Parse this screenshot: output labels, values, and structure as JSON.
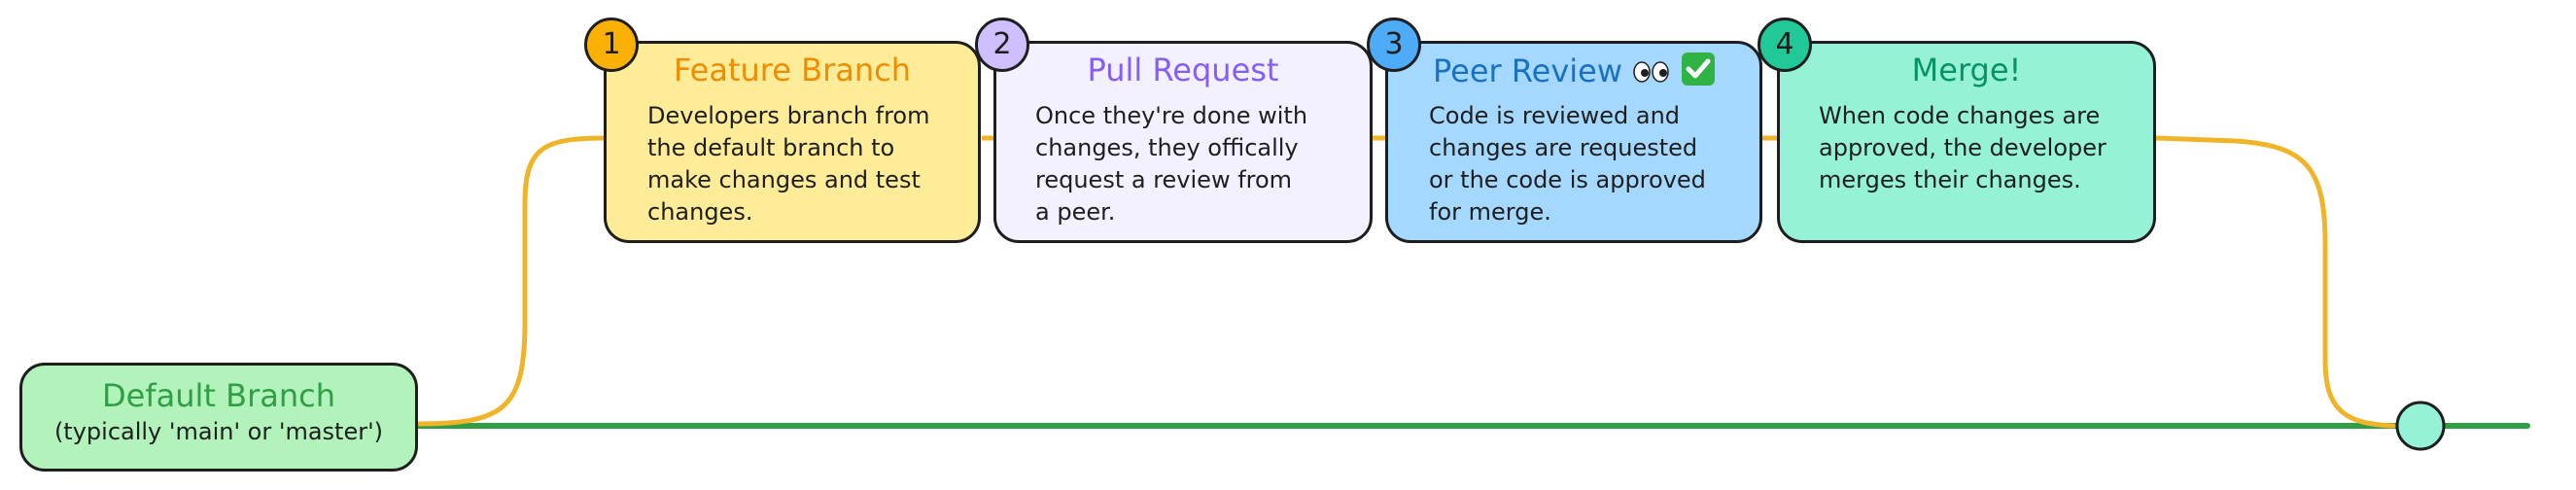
{
  "default_branch": {
    "title": "Default Branch",
    "subtitle": "(typically 'main' or 'master')"
  },
  "steps": [
    {
      "number": "1",
      "title": "Feature Branch",
      "body": [
        "Developers branch from",
        "the default branch to",
        "make changes and test",
        "changes."
      ]
    },
    {
      "number": "2",
      "title": "Pull Request",
      "body": [
        "Once they're done with",
        "changes, they offically",
        "request a review from",
        "a peer."
      ]
    },
    {
      "number": "3",
      "title": "Peer Review",
      "body": [
        "Code is reviewed and",
        "changes are requested",
        "or the code is approved",
        "for merge."
      ]
    },
    {
      "number": "4",
      "title": "Merge!",
      "body": [
        "When code changes are",
        "approved, the developer",
        "merges their changes."
      ]
    }
  ],
  "colors": {
    "main_line": "#2f9e44",
    "branch_line": "#f0b429",
    "default_fill": "#b2f2bb",
    "default_text": "#2f9e44",
    "step1_fill": "#ffec99",
    "step1_title": "#f08c00",
    "step1_badge": "#fab005",
    "step2_fill": "#f3f0ff",
    "step2_title": "#845ef7",
    "step2_badge": "#d0bfff",
    "step3_fill": "#a5d8ff",
    "step3_title": "#1971c2",
    "step3_badge": "#4dabf7",
    "step4_fill": "#96f2d7",
    "step4_title": "#099268",
    "step4_badge": "#20c997",
    "merge_node": "#96f2d7"
  },
  "icons": {
    "peer_review": [
      "eyes-icon",
      "check-mark-icon"
    ],
    "merge_point": "merge-node-icon"
  }
}
